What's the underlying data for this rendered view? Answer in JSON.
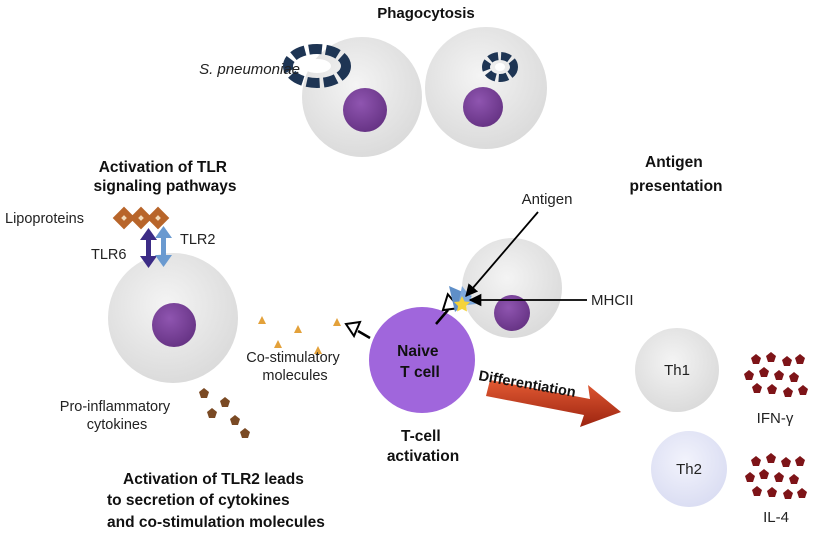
{
  "titles": {
    "phagocytosis": "Phagocytosis",
    "tlr_activation": [
      "Activation of TLR",
      "signaling pathways"
    ],
    "antigen_presentation": [
      "Antigen",
      "presentation"
    ],
    "tcell_activation": [
      "T-cell",
      "activation"
    ],
    "tlr2_summary": [
      "Activation of TLR2 leads",
      "to secretion of cytokines",
      "and co-stimulation molecules"
    ]
  },
  "labels": {
    "bacterium": "S. pneumoniae",
    "lipoproteins": "Lipoproteins",
    "tlr2": "TLR2",
    "tlr6": "TLR6",
    "costimulatory": [
      "Co-stimulatory",
      "molecules"
    ],
    "proinflammatory": [
      "Pro-inflammatory",
      "cytokines"
    ],
    "antigen": "Antigen",
    "mhcii": "MHCII",
    "naive_tcell": [
      "Naive",
      "T cell"
    ],
    "differentiation": "Differentiation",
    "th1": "Th1",
    "th2": "Th2",
    "ifn": "IFN-γ",
    "il4": "IL-4"
  },
  "colors": {
    "cell_fill": "#e6e6e6",
    "nucleus": "#7a3f99",
    "naive_tcell": "#a066dc",
    "bacterium": "#1e3554",
    "lipoprotein": "#b8652a",
    "tlr6_arrow": "#3c2c86",
    "tlr2_arrow": "#6a9ad0",
    "costim_dot": "#e3a13a",
    "cytokine_brown": "#7a4a24",
    "cytokine_red": "#7e1418",
    "differentiation_arrow": "#c8381c",
    "th2_fill": "#e4e6f8"
  },
  "icons": [
    "bacterium-icon",
    "lipoprotein-icon",
    "receptor-icon",
    "mhcii-icon",
    "antigen-star-icon",
    "cytokine-icon"
  ]
}
